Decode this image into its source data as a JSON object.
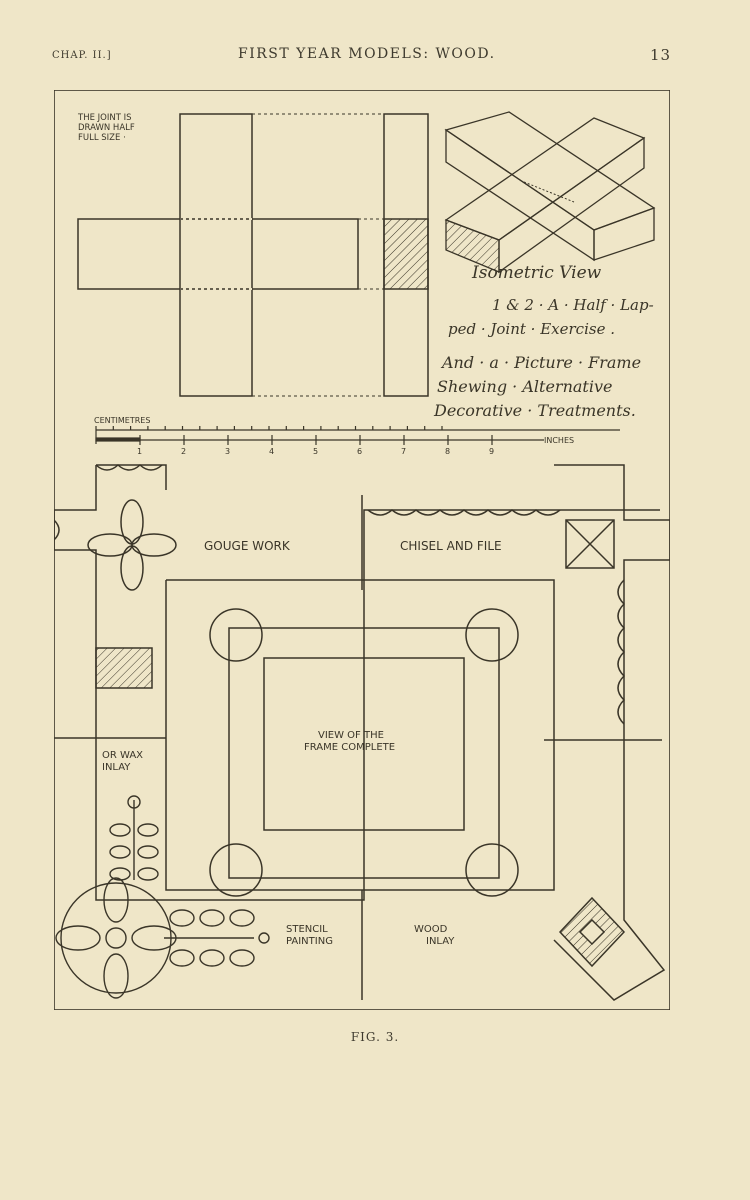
{
  "header": {
    "chapter": "CHAP. II.]",
    "title": "FIRST YEAR MODELS: WOOD.",
    "page_number": "13"
  },
  "plate": {
    "note": [
      "THE JOINT IS",
      "DRAWN HALF",
      "FULL SIZE ·"
    ],
    "iso_title": "Isometric View",
    "desc_lines": [
      "1 & 2 · A · Half · Lap-",
      "ped · Joint · Exercise ."
    ],
    "frame_lines": [
      "And · a · Picture · Frame",
      "Shewing · Alternative",
      "Decorative · Treatments."
    ],
    "scale_top": "CENTIMETRES",
    "scale_bottom": "INCHES",
    "inch_ticks": [
      "1",
      "2",
      "3",
      "4",
      "5",
      "6",
      "7",
      "8",
      "9"
    ],
    "labels": {
      "gouge": "GOUGE WORK",
      "chisel": "CHISEL AND FILE",
      "wax": [
        "OR WAX",
        "INLAY"
      ],
      "center": [
        "VIEW OF THE",
        "FRAME COMPLETE"
      ],
      "stencil": [
        "STENCIL",
        "PAINTING"
      ],
      "wood": [
        "WOOD",
        "INLAY"
      ]
    }
  },
  "caption": "FIG. 3."
}
